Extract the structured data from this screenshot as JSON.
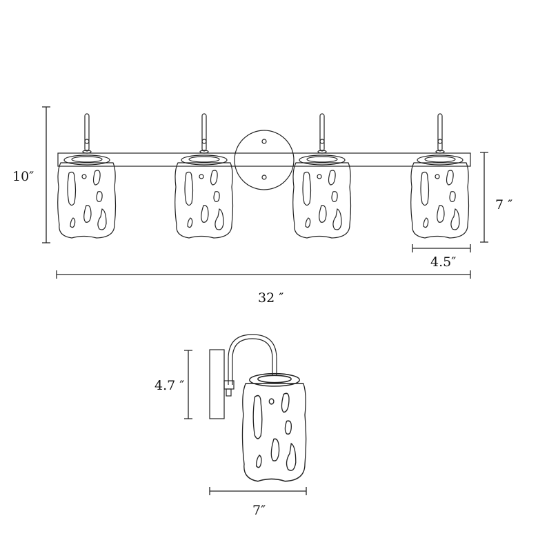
{
  "title": "Four-light bath vanity fixture dimension diagram",
  "front_view": {
    "height_label": "10″",
    "shade_height_label": "7 ″",
    "shade_width_label": "4.5″",
    "total_width_label": "32 ″",
    "shade_count": 4
  },
  "side_view": {
    "backplate_height_label": "4.7 ″",
    "extension_label": "7″"
  },
  "colors": {
    "line": "#222222",
    "background": "#ffffff"
  }
}
